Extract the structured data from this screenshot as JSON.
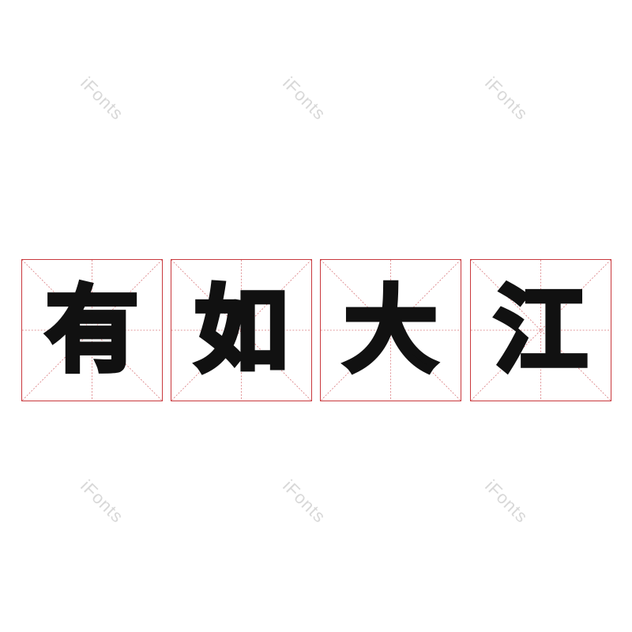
{
  "watermark": {
    "text": "iFonts"
  },
  "tiles": [
    {
      "char": "有"
    },
    {
      "char": "如"
    },
    {
      "char": "大"
    },
    {
      "char": "江"
    }
  ],
  "colors": {
    "grid_border": "#c9383d",
    "grid_guide": "#d9777b",
    "glyph": "#111111",
    "watermark": "#d8d8d8",
    "background": "#ffffff"
  }
}
